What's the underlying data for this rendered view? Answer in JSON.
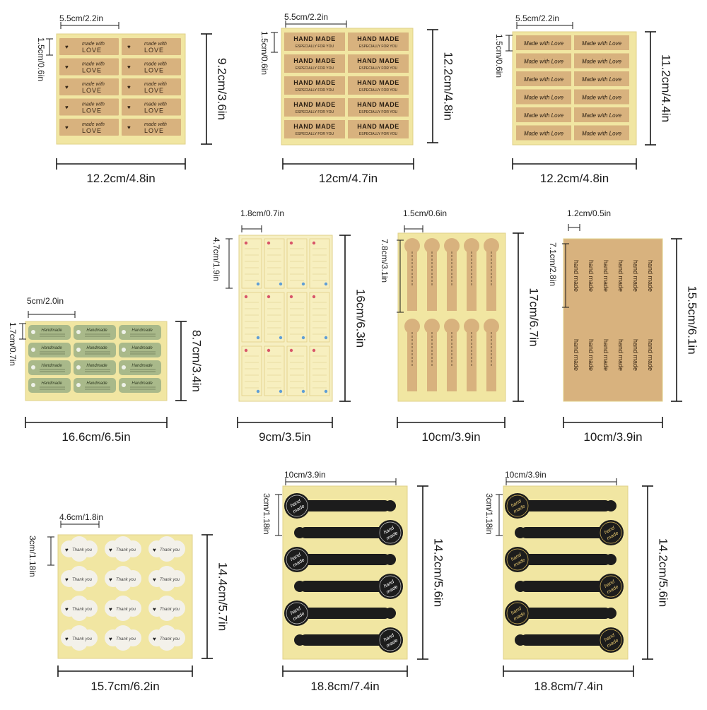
{
  "colors": {
    "backing": "#f1e6a2",
    "backing_light": "#f6efc2",
    "kraft": "#d8b27e",
    "kraft_dark": "#c79a5e",
    "green": "#a9b98a",
    "black_label": "#1c1c1c",
    "white_label": "#f3f1ea",
    "line": "#1a1a1a"
  },
  "products": [
    {
      "style": "made-with-love",
      "width_label": "12.2cm/4.8in",
      "height_label": "9.2cm/3.6in",
      "sticker_w_label": "5.5cm/2.2in",
      "sticker_h_label": "1.5cm/0.6in",
      "sticker_line1": "made with",
      "sticker_line2": "LOVE"
    },
    {
      "style": "hand-made-especially",
      "width_label": "12cm/4.7in",
      "height_label": "12.2cm/4.8in",
      "sticker_w_label": "5.5cm/2.2in",
      "sticker_h_label": "1.5cm/0.6in",
      "sticker_line1": "HAND MADE",
      "sticker_line2": "ESPECIALLY FOR YOU"
    },
    {
      "style": "made-with-love-script",
      "width_label": "12.2cm/4.8in",
      "height_label": "11.2cm/4.4in",
      "sticker_w_label": "5.5cm/2.2in",
      "sticker_h_label": "1.5cm/0.6in",
      "sticker_line1": "Made with Love"
    },
    {
      "style": "green-handmade",
      "width_label": "16.6cm/6.5in",
      "height_label": "8.7cm/3.4in",
      "sticker_w_label": "5cm/2.0in",
      "sticker_h_label": "1.7cm/0.7in",
      "sticker_line1": "Handmade"
    },
    {
      "style": "floral-tags",
      "width_label": "9cm/3.5in",
      "height_label": "16cm/6.3in",
      "sticker_w_label": "1.8cm/0.7in",
      "sticker_h_label": "4.7cm/1.9in"
    },
    {
      "style": "kraft-drop-tags",
      "width_label": "10cm/3.9in",
      "height_label": "17cm/6.7in",
      "sticker_w_label": "1.5cm/0.6in",
      "sticker_h_label": "7.8cm/3.1in"
    },
    {
      "style": "kraft-hand-made",
      "width_label": "10cm/3.9in",
      "height_label": "15.5cm/6.1in",
      "sticker_w_label": "1.2cm/0.5in",
      "sticker_h_label": "7.1cm/2.8in",
      "sticker_line1": "hand made"
    },
    {
      "style": "thank-you-clouds",
      "width_label": "15.7cm/6.2in",
      "height_label": "14.4cm/5.7in",
      "sticker_w_label": "4.6cm/1.8in",
      "sticker_h_label": "3cm/1.18in",
      "sticker_line1": "Thank you"
    },
    {
      "style": "black-hand-made-silver",
      "width_label": "18.8cm/7.4in",
      "height_label": "14.2cm/5.6in",
      "sticker_w_label": "10cm/3.9in",
      "sticker_h_label": "3cm/1.18in",
      "sticker_line1": "hand",
      "sticker_line2": "made"
    },
    {
      "style": "black-hand-made-gold",
      "width_label": "18.8cm/7.4in",
      "height_label": "14.2cm/5.6in",
      "sticker_w_label": "10cm/3.9in",
      "sticker_h_label": "3cm/1.18in",
      "sticker_line1": "hand",
      "sticker_line2": "made"
    }
  ]
}
